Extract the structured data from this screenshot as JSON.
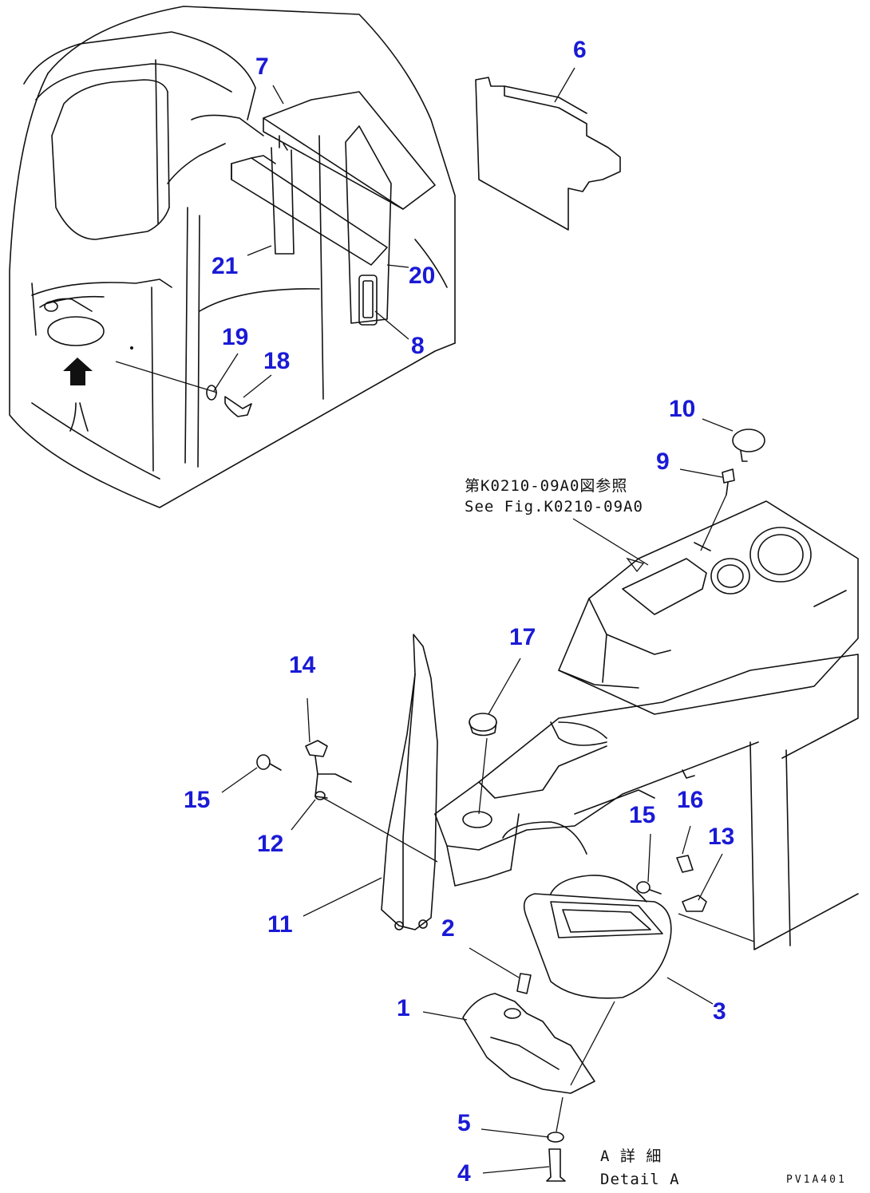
{
  "labels": [
    {
      "id": "1",
      "text": "1"
    },
    {
      "id": "2",
      "text": "2"
    },
    {
      "id": "3",
      "text": "3"
    },
    {
      "id": "4",
      "text": "4"
    },
    {
      "id": "5",
      "text": "5"
    },
    {
      "id": "6",
      "text": "6"
    },
    {
      "id": "7",
      "text": "7"
    },
    {
      "id": "8",
      "text": "8"
    },
    {
      "id": "9",
      "text": "9"
    },
    {
      "id": "10",
      "text": "10"
    },
    {
      "id": "11",
      "text": "11"
    },
    {
      "id": "12",
      "text": "12"
    },
    {
      "id": "13",
      "text": "13"
    },
    {
      "id": "14",
      "text": "14"
    },
    {
      "id": "15a",
      "text": "15"
    },
    {
      "id": "15b",
      "text": "15"
    },
    {
      "id": "16",
      "text": "16"
    },
    {
      "id": "17",
      "text": "17"
    },
    {
      "id": "18",
      "text": "18"
    },
    {
      "id": "19",
      "text": "19"
    },
    {
      "id": "20",
      "text": "20"
    },
    {
      "id": "21",
      "text": "21"
    }
  ],
  "reference_note": {
    "line1": "第K0210-09A0図参照",
    "line2": "See Fig.K0210-09A0"
  },
  "detail_note": {
    "line1": "A 詳 細",
    "line2": "Detail A"
  },
  "figure_code": "PV1A401",
  "colors": {
    "label": "#1a1ad6",
    "line": "#111111"
  }
}
